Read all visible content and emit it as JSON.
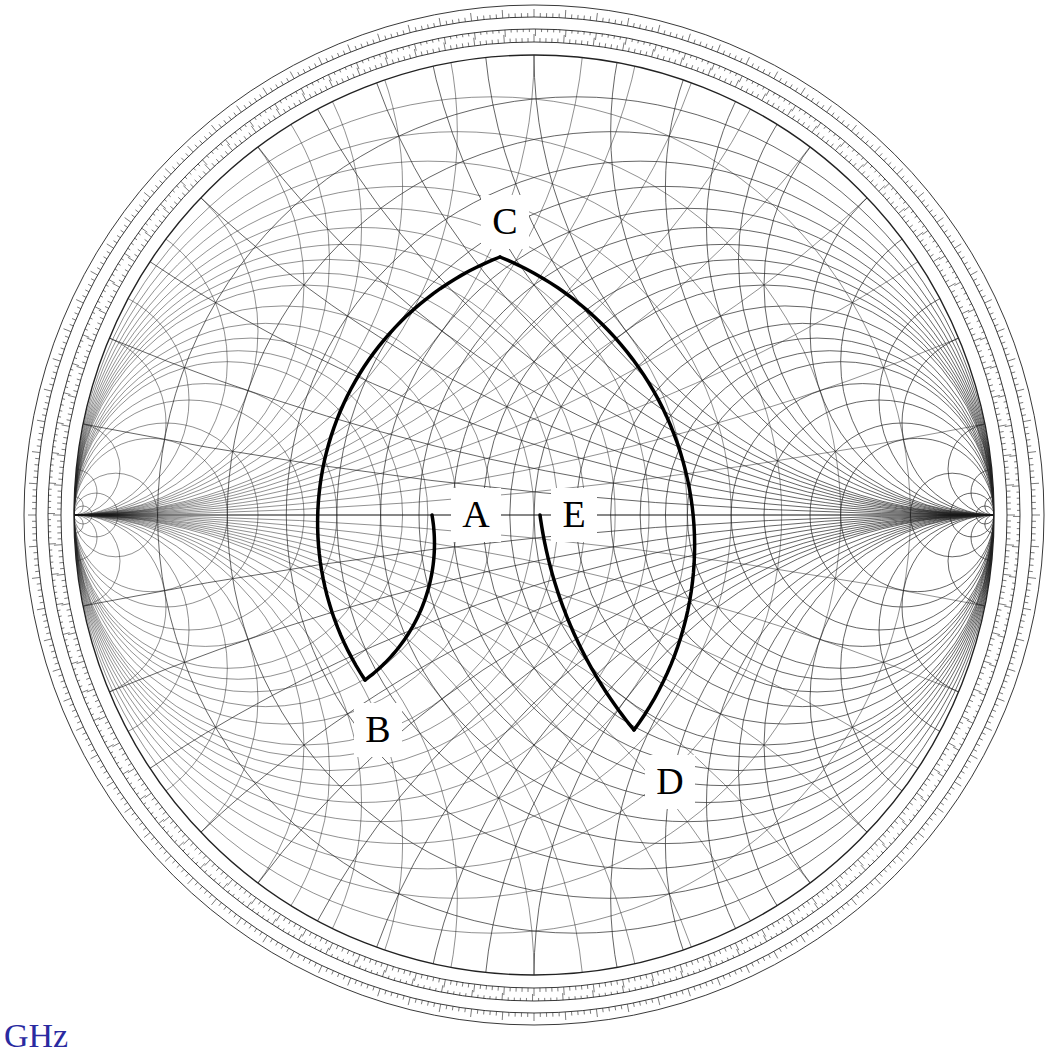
{
  "diagram": {
    "labels": [
      "C",
      "A",
      "E",
      "B",
      "D",
      "GHz"
    ]
  }
}
